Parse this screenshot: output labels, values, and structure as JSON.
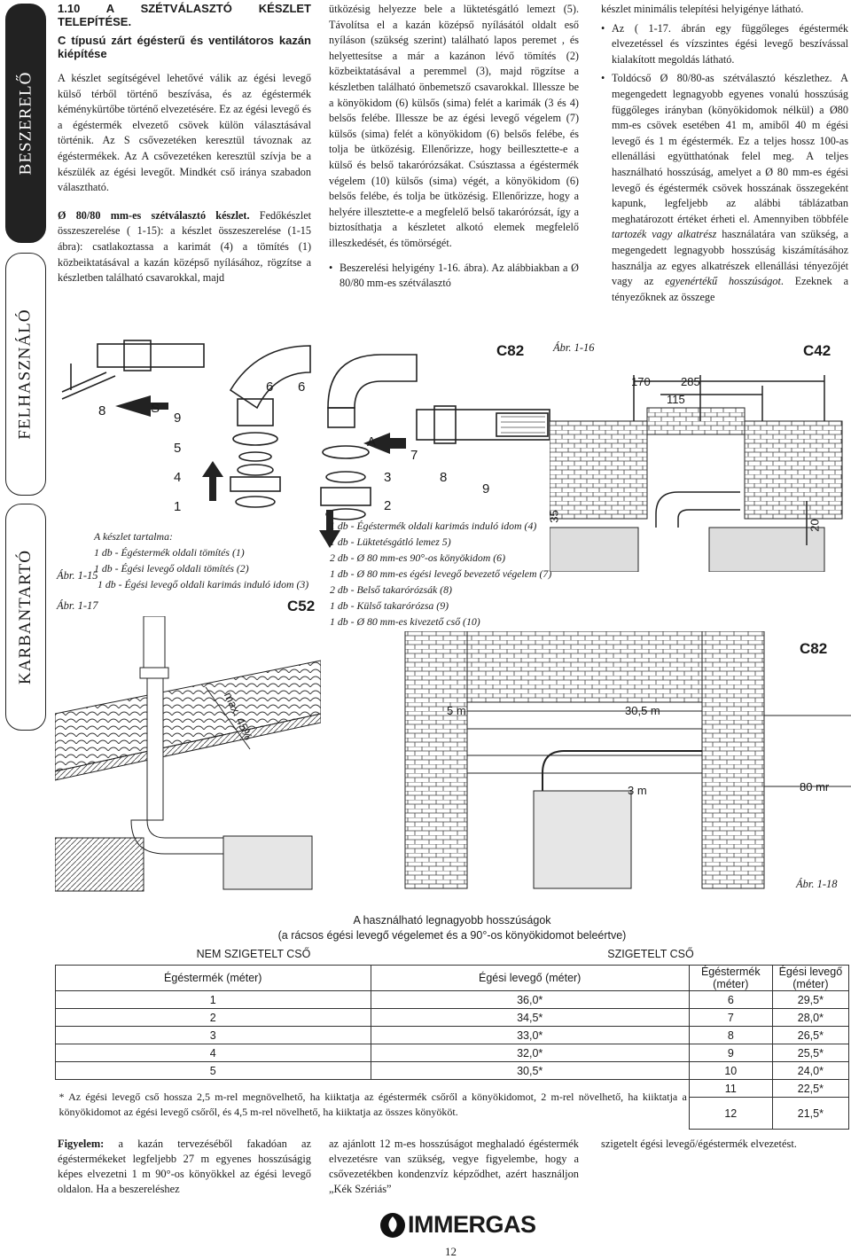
{
  "tabs": [
    "BESZERELŐ",
    "FELHASZNÁLÓ",
    "KARBANTARTÓ"
  ],
  "col1": {
    "heading": "1.10 A SZÉTVÁLASZTÓ KÉSZLET TELEPÍTÉSE.",
    "subheading": "C típusú zárt égésterű és ventilátoros kazán kiépítése",
    "p1": "A készlet segítségével lehetővé válik az égési levegő külső térből történő beszívása, és az égéstermék kéménykürtőbe történő elvezetésére. Ez az égési levegő és a égéstermék elvezető csövek külön választásával történik. Az S csővezetéken keresztül távoznak az égéstermékek. Az A csővezetéken keresztül szívja be a készülék az égési levegőt. Mindkét cső iránya szabadon választható.",
    "p2_bold": "Ø 80/80 mm-es szétválasztó készlet.",
    "p2": " Fedőkészlet összeszerelése ( 1-15): a készlet összeszerelése (1-15 ábra): csatlakoztassa a karimát (4) a tömítés (1) közbeiktatásával a kazán középső nyílásához, rögzítse a készletben található csavarokkal, majd"
  },
  "col2": {
    "p1": "ütközésig helyezze bele a lüktetésgátló lemezt (5). Távolítsa el a kazán középső nyílásától oldalt eső nyíláson (szükség szerint) található lapos peremet , és helyettesítse a már a kazánon lévő tömítés (2) közbeiktatásával a peremmel (3), majd rögzítse a készletben található önbemetsző csavarokkal. Illessze be a könyökidom (6) külsős (sima) felét a karimák (3 és 4) belsős felébe. Illessze be az égési levegő végelem (7) külsős (sima) felét a könyökidom (6) belsős felébe, és tolja be ütközésig. Ellenőrizze, hogy beillesztette-e a külső és belső takarórózsákat. Csúsztassa a égéstermék végelem (10) külsős (sima) végét, a könyökidom (6) belsős felébe, és tolja be ütközésig. Ellenőrizze, hogy a helyére illesztette-e a megfelelő belső takarórózsát, így a biztosíthatja a készletet alkotó elemek megfelelő illeszkedését, és tömörségét.",
    "bullet": "Beszerelési helyigény 1-16. ábra). Az alábbiakban a Ø 80/80 mm-es szétválasztó"
  },
  "col3": {
    "p0": "készlet minimális telepítési helyigénye látható.",
    "b1": "Az ( 1-17. ábrán egy függőleges égéstermék elvezetéssel és vízszintes égési levegő beszívással kialakított megoldás látható.",
    "b2a": "Toldócső Ø 80/80-as szétválasztó készlethez. A megengedett legnagyobb egyenes vonalú hosszúság függőleges irányban (könyökidomok nélkül) a Ø80 mm-es csövek esetében 41 m, amiből 40 m égési levegő és 1 m égéstermék. Ez a teljes hossz 100-as ellenállási együtthatónak felel meg. A teljes használható hosszúság, amelyet a Ø 80 mm-es égési levegő és égéstermék csövek hosszának összegeként kapunk, legfeljebb az alábbi táblázatban meghatározott értéket érheti el. Amennyiben többféle ",
    "b2b": "tartozék vagy alkatrész",
    "b2c": " használatára van szükség, a megengedett legnagyobb hosszúság kiszámításához használja az egyes alkatrészek ellenállási tényezőjét vagy az ",
    "b2d": "egyenértékű hosszúságot",
    "b2e": ". Ezeknek a tényezőknek az összege"
  },
  "figures": {
    "fig15": "Ábr. 1-15",
    "fig16": "Ábr. 1-16",
    "fig17": "Ábr. 1-17",
    "fig18": "Ábr. 1-18",
    "model_c82a": "C82",
    "model_c42": "C42",
    "model_c52": "C52",
    "model_c82b": "C82",
    "dim_170": "170",
    "dim_285": "285",
    "dim_115": "115",
    "dim_35": "35",
    "dim_20": "20",
    "dim_5m": "5 m",
    "dim_305m": "30,5 m",
    "dim_3m": "3 m",
    "dim_80": "80 mr",
    "max45": "max. 45%",
    "kit_title": "A készlet tartalma:",
    "kit1": "1 db - Égéstermék oldali tömítés (1)",
    "kit2": "1 db - Égési levegő oldali tömítés (2)",
    "kit3": "1 db  -  Égési levegő oldali karimás induló idom (3)",
    "kit4": "1 db  -  Égéstermék oldali karimás induló idom (4)",
    "kit5": "1 db  -  Lüktetésgátló lemez 5)",
    "kit6": "2 db  -  Ø 80 mm-es 90°-os könyökidom (6)",
    "kit7": "1 db  -  Ø 80 mm-es égési levegő bevezető végelem (7)",
    "kit8": "2 db  -  Belső takarórózsák (8)",
    "kit9": "1 db  -  Külső takarórózsa (9)",
    "kit10": "1 db  -  Ø 80 mm-es kivezető cső (10)"
  },
  "table": {
    "title1": "A használható legnagyobb hosszúságok",
    "title2": "(a rácsos égési levegő végelemet és a 90°-os könyökidomot beleértve)",
    "group1": "NEM SZIGETELT CSŐ",
    "group2": "SZIGETELT CSŐ",
    "headers": [
      "Égéstermék (méter)",
      "Égési levegő (méter)",
      "Égéstermék (méter)",
      "Égési levegő (méter)"
    ],
    "rows": [
      [
        "1",
        "36,0*",
        "6",
        "29,5*"
      ],
      [
        "2",
        "34,5*",
        "7",
        "28,0*"
      ],
      [
        "3",
        "33,0*",
        "8",
        "26,5*"
      ],
      [
        "4",
        "32,0*",
        "9",
        "25,5*"
      ],
      [
        "5",
        "30,5*",
        "10",
        "24,0*"
      ]
    ],
    "extra_rows": [
      [
        "11",
        "22,5*"
      ],
      [
        "12",
        "21,5*"
      ]
    ],
    "note": "*  Az égési levegő cső hossza 2,5 m-rel megnövelhető, ha kiiktatja az égéstermék csőről a könyökidomot, 2 m-rel növelhető, ha kiiktatja a könyökidomot az égési levegő csőről, és 4,5 m-rel növelhető, ha kiiktatja az összes könyököt."
  },
  "footer": {
    "c1_bold": "Figyelem:",
    "c1": " a kazán tervezéséből fakadóan az égéstermékeket legfeljebb 27 m egyenes hosszúságig képes elvezetni 1 m 90°-os könyökkel az égési levegő oldalon. Ha a beszereléshez",
    "c2": "az ajánlott 12 m-es hosszúságot meghaladó égéstermék elvezetésre van szükség, vegye figyelembe, hogy a csővezetékben kondenzvíz képződhet, azért használjon „Kék Szériás”",
    "c3": "szigetelt égési levegő/égéstermék elvezetést.",
    "brand": "IMMERGAS",
    "page": "12"
  }
}
